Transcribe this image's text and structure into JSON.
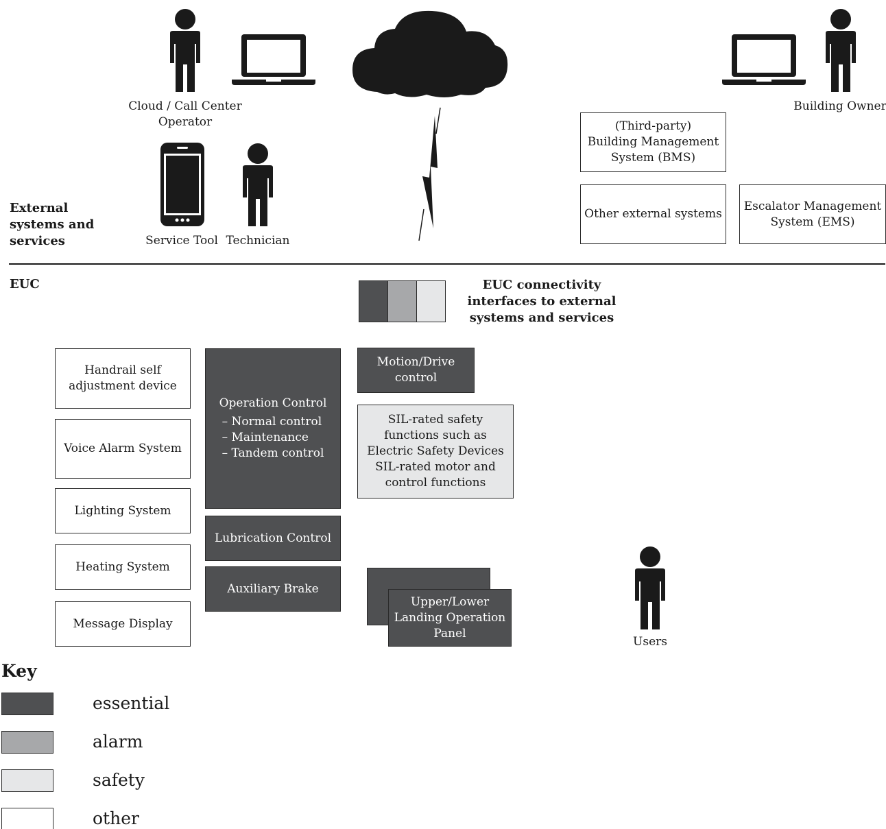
{
  "external": {
    "section_label": "External\nsystems and\nservices",
    "cloud_operator": "Cloud / Call Center\nOperator",
    "building_owner": "Building Owner",
    "service_tool": "Service Tool",
    "technician": "Technician",
    "bms": "(Third-party)\nBuilding Management\nSystem (BMS)",
    "other_external": "Other external systems",
    "ems": "Escalator Management\nSystem (EMS)"
  },
  "euc": {
    "section_label": "EUC",
    "connectivity_label": "EUC  connectivity\ninterfaces to external\nsystems and services",
    "handrail": "Handrail self\nadjustment device",
    "voice_alarm": "Voice Alarm System",
    "lighting": "Lighting System",
    "heating": "Heating System",
    "message_display": "Message Display",
    "operation_control": {
      "title": "Operation Control",
      "items": [
        "– Normal control",
        "– Maintenance",
        "– Tandem control"
      ]
    },
    "lubrication": "Lubrication Control",
    "aux_brake": "Auxiliary Brake",
    "motion_drive": "Motion/Drive\ncontrol",
    "sil_safety": "SIL-rated safety\nfunctions such as\nElectric Safety Devices\nSIL-rated motor and\ncontrol functions",
    "landing_panel": "Upper/Lower\nLanding Operation\nPanel",
    "users": "Users"
  },
  "key": {
    "title": "Key",
    "items": [
      {
        "label": "essential",
        "color": "#4f5052"
      },
      {
        "label": "alarm",
        "color": "#a7a8aa"
      },
      {
        "label": "safety",
        "color": "#e6e7e8"
      },
      {
        "label": "other",
        "color": "#ffffff"
      }
    ]
  },
  "colors": {
    "essential": "#4f5052",
    "alarm": "#a7a8aa",
    "safety": "#e6e7e8",
    "other": "#ffffff",
    "icon": "#1a1a1a"
  },
  "icons": [
    "person-icon",
    "laptop-icon",
    "cloud-icon",
    "lightning-icon",
    "smartphone-icon"
  ]
}
